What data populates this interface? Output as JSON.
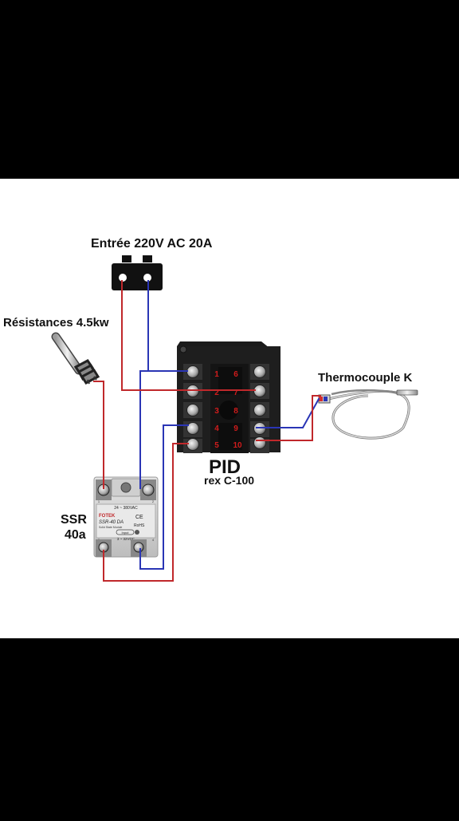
{
  "labels": {
    "power_input": "Entrée 220V AC 20A",
    "heater": "Résistances 4.5kw",
    "thermocouple": "Thermocouple K",
    "pid_title": "PID",
    "pid_model": "rex C-100",
    "ssr_title": "SSR",
    "ssr_rating": "40a"
  },
  "pid_terminals": {
    "left": [
      "1",
      "2",
      "3",
      "4",
      "5"
    ],
    "right": [
      "6",
      "7",
      "8",
      "9",
      "10"
    ]
  },
  "ssr_module": {
    "brand": "FOTEK",
    "model": "SSR-40 DA",
    "subtitle": "Solid State Module",
    "load_rating": "24 ~ 380VAC",
    "input_rating": "3 ~ 32VDC",
    "input_label": "Input",
    "cert_ce": "CE",
    "cert_rohs": "RoHS",
    "terminal_numbers": [
      "1",
      "2",
      "3",
      "4"
    ]
  },
  "colors": {
    "background": "#000000",
    "panel": "#ffffff",
    "wire_red": "#c0282b",
    "wire_blue": "#2a35b5",
    "terminal_number_red": "#d01c1c",
    "pid_body": "#1c1c1c",
    "ssr_body": "#d6d6d6"
  }
}
